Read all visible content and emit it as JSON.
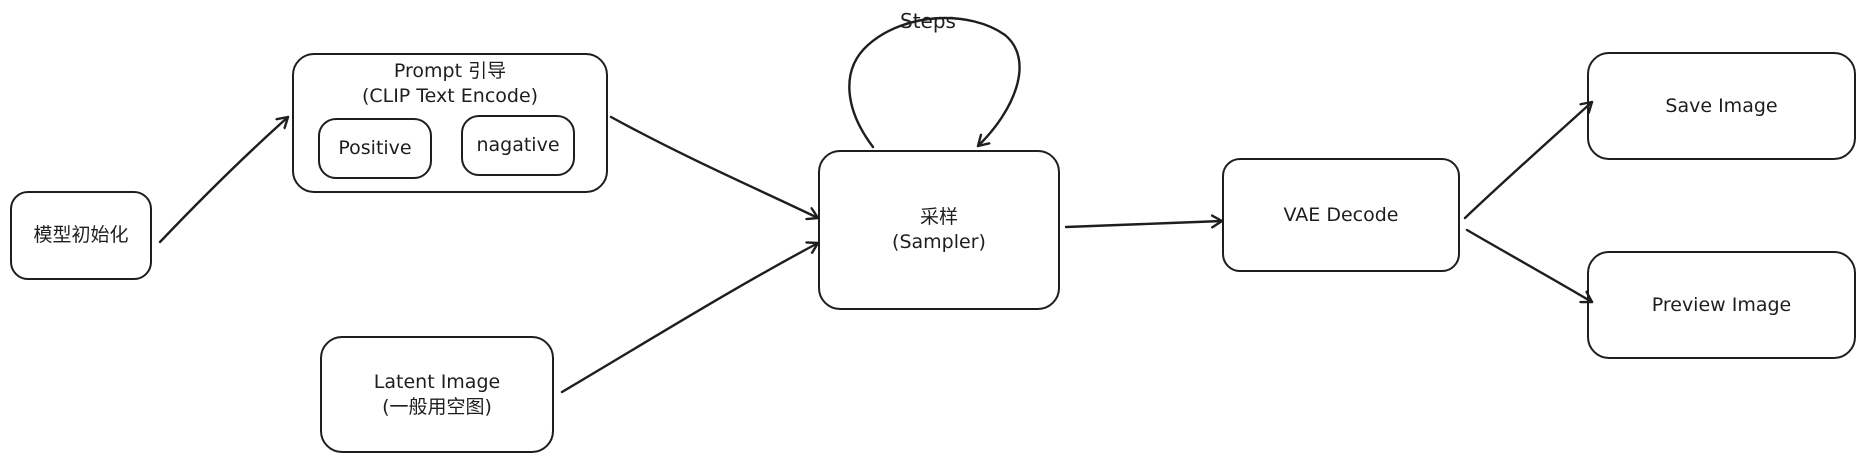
{
  "diagram": {
    "nodes": {
      "model_init": {
        "lines": [
          "模型初始化"
        ]
      },
      "prompt": {
        "lines": [
          "Prompt 引导",
          "(CLIP Text Encode)"
        ]
      },
      "positive": {
        "lines": [
          "Positive"
        ]
      },
      "negative": {
        "lines": [
          "nagative"
        ]
      },
      "latent": {
        "lines": [
          "Latent Image",
          "(一般用空图)"
        ]
      },
      "sampler": {
        "lines": [
          "采样",
          "(Sampler)"
        ]
      },
      "vae": {
        "lines": [
          "VAE Decode"
        ]
      },
      "save": {
        "lines": [
          "Save Image"
        ]
      },
      "preview": {
        "lines": [
          "Preview Image"
        ]
      }
    },
    "loop_label": "Steps",
    "edges": [
      {
        "from": "model_init",
        "to": "prompt"
      },
      {
        "from": "prompt",
        "to": "sampler"
      },
      {
        "from": "latent",
        "to": "sampler"
      },
      {
        "from": "sampler",
        "to": "sampler",
        "label": "Steps"
      },
      {
        "from": "sampler",
        "to": "vae"
      },
      {
        "from": "vae",
        "to": "save"
      },
      {
        "from": "vae",
        "to": "preview"
      }
    ],
    "colors": {
      "stroke": "#1e1e1e",
      "background": "#ffffff"
    }
  }
}
